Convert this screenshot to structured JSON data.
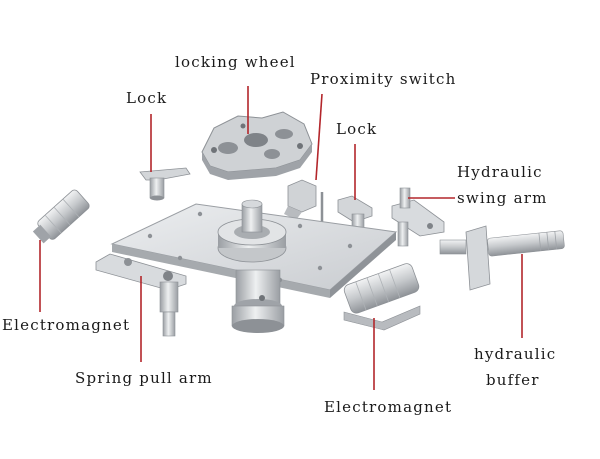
{
  "diagram": {
    "labels": {
      "locking_wheel": "locking wheel",
      "proximity_switch": "Proximity switch",
      "lock_left": "Lock",
      "lock_right": "Lock",
      "hydraulic_swing_arm_line1": "Hydraulic",
      "hydraulic_swing_arm_line2": "swing arm",
      "electromagnet_left": "Electromagnet",
      "spring_pull_arm": "Spring pull arm",
      "electromagnet_bottom": "Electromagnet",
      "hydraulic_buffer_line1": "hydraulic",
      "hydraulic_buffer_line2": "buffer"
    },
    "colors": {
      "leader_line": "#b3262b",
      "label_text": "#1a1a1a",
      "metal_light": "#e3e5e7",
      "metal_mid": "#c2c5c8",
      "metal_dark": "#8d9196",
      "background": "#ffffff"
    }
  }
}
